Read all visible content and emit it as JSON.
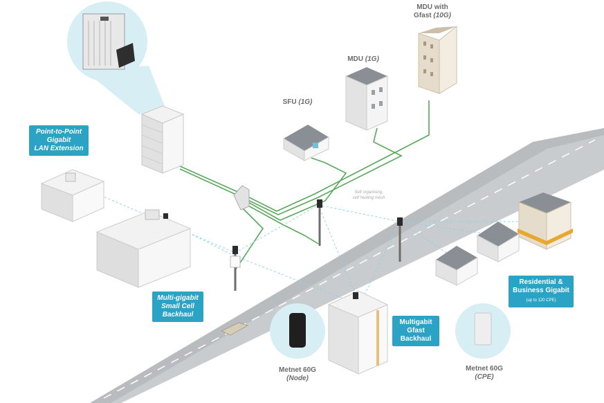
{
  "labels": {
    "mdu_gfast_line1": "MDU with",
    "mdu_gfast_line2": "Gfast",
    "mdu_gfast_italic": "(10G)",
    "mdu_name": "MDU",
    "mdu_italic": "(1G)",
    "sfu_name": "SFU",
    "sfu_italic": "(1G)",
    "node_line1": "Metnet 60G",
    "node_italic": "(Node)",
    "cpe_line1": "Metnet 60G",
    "cpe_italic": "(CPE)"
  },
  "tags": {
    "ptp_l1": "Point-to-Point",
    "ptp_l2": "Gigabit",
    "ptp_l3": "LAN Extension",
    "small_l1": "Multi-gigabit",
    "small_l2": "Small Cell",
    "small_l3": "Backhaul",
    "gfast_l1": "Multigabit",
    "gfast_l2": "Gfast",
    "gfast_l3": "Backhaul",
    "res_l1": "Residential &",
    "res_l2": "Business Gigabit",
    "res_small": "(up to 120 CPE)"
  },
  "mesh": {
    "line1": "Self organising,",
    "line2": "self healing mesh"
  },
  "colors": {
    "accent": "#2aa3c4",
    "fiber": "#57a85a",
    "road": "#c6c9cc",
    "wireless": "#8fd3e6"
  }
}
